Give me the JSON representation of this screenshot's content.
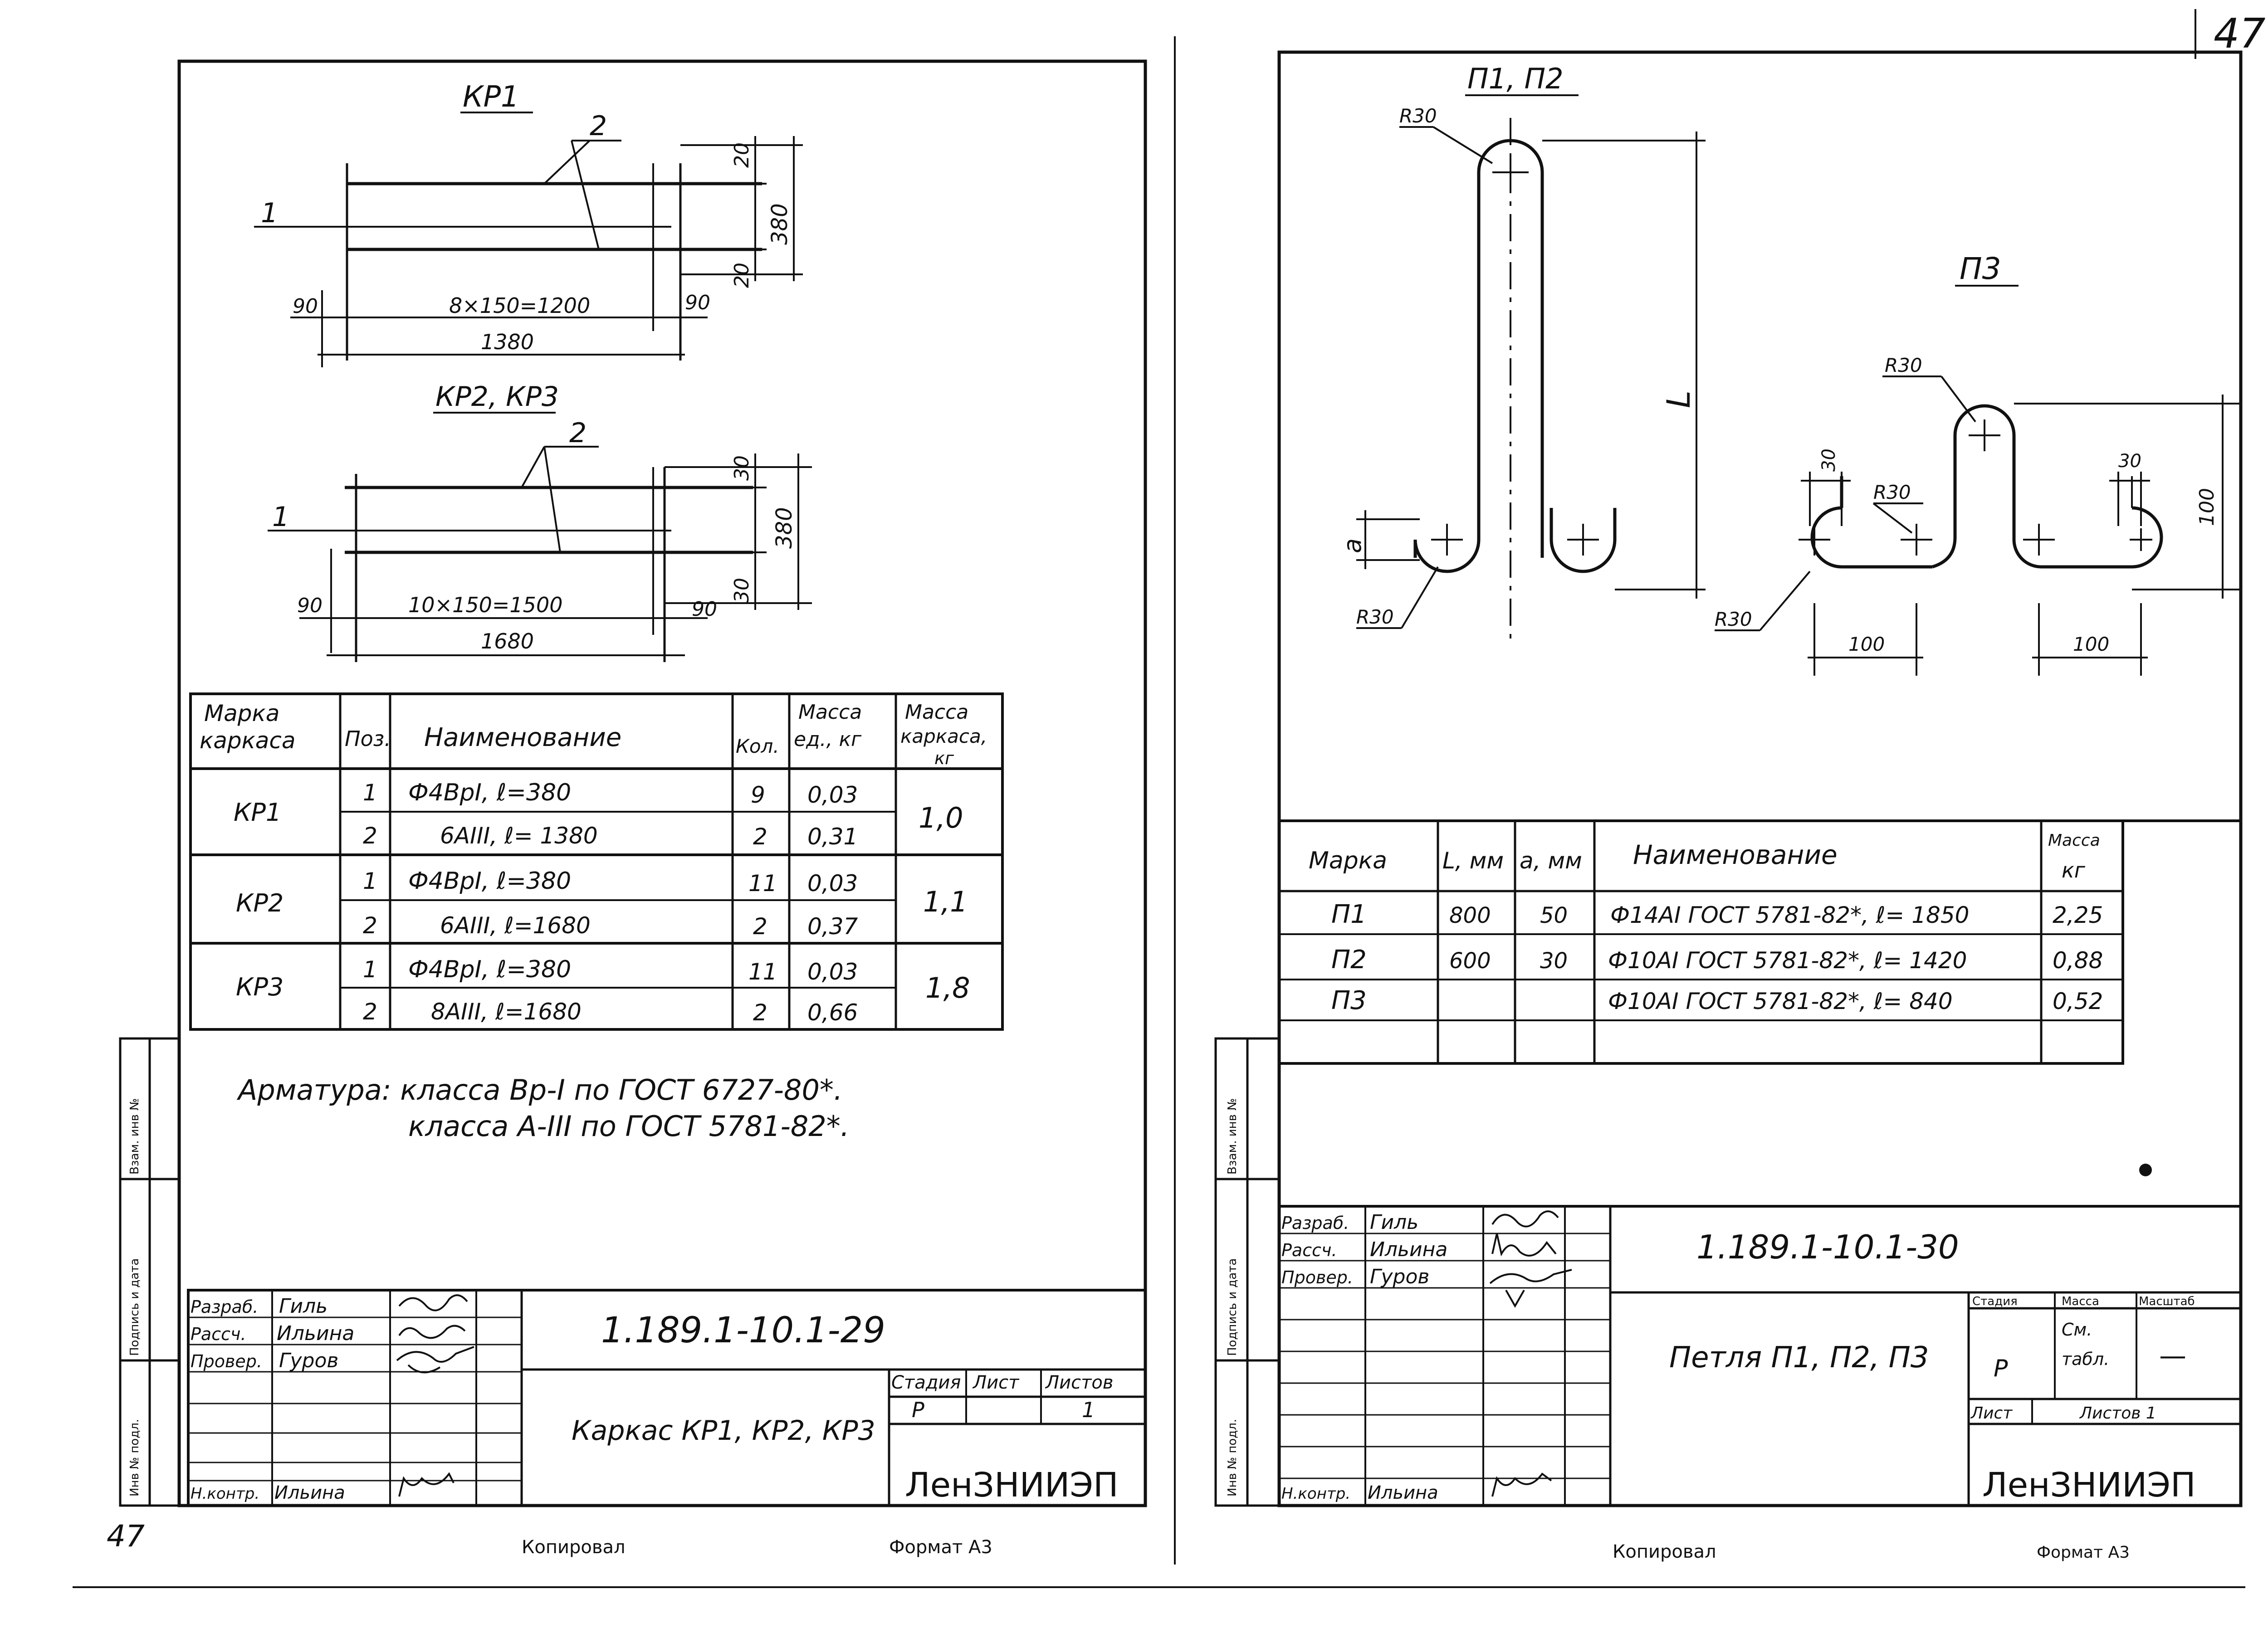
{
  "page_number": "47",
  "corner_mark": "47",
  "left_sheet": {
    "kr1": {
      "title": "КР1",
      "callout_2": "2",
      "callout_1": "1",
      "dim_20_top": "20",
      "dim_380": "380",
      "dim_20_bottom": "20",
      "dim_90_left": "90",
      "dim_pitch": "8×150=1200",
      "dim_90_right": "90",
      "dim_total": "1380"
    },
    "kr23": {
      "title": "КР2, КР3",
      "callout_2": "2",
      "callout_1": "1",
      "dim_30_top": "30",
      "dim_380": "380",
      "dim_30_bottom": "30",
      "dim_90_left": "90",
      "dim_pitch": "10×150=1500",
      "dim_90_right": "90",
      "dim_total": "1680"
    },
    "table": {
      "headers": {
        "mark": [
          "Марка",
          "каркаса"
        ],
        "pos": "Поз.",
        "name": "Наименование",
        "qty": "Кол.",
        "mass_unit": [
          "Масса",
          "ед., кг"
        ],
        "mass_frame": [
          "Масса",
          "каркаса,",
          "кг"
        ]
      },
      "groups": [
        {
          "mark": "КР1",
          "mass": "1,0",
          "rows": [
            {
              "pos": "1",
              "name": "Ф4ВрI, ℓ=380",
              "qty": "9",
              "unit": "0,03"
            },
            {
              "pos": "2",
              "name": "6АIII, ℓ= 1380",
              "qty": "2",
              "unit": "0,31"
            }
          ]
        },
        {
          "mark": "КР2",
          "mass": "1,1",
          "rows": [
            {
              "pos": "1",
              "name": "Ф4ВрI, ℓ=380",
              "qty": "11",
              "unit": "0,03"
            },
            {
              "pos": "2",
              "name": "6АIII, ℓ=1680",
              "qty": "2",
              "unit": "0,37"
            }
          ]
        },
        {
          "mark": "КР3",
          "mass": "1,8",
          "rows": [
            {
              "pos": "1",
              "name": "Ф4ВрI, ℓ=380",
              "qty": "11",
              "unit": "0,03"
            },
            {
              "pos": "2",
              "name": "8АIII, ℓ=1680",
              "qty": "2",
              "unit": "0,66"
            }
          ]
        }
      ]
    },
    "note_line1": "Арматура: класса Вр-I по ГОСТ 6727-80*.",
    "note_line2": "класса А-III по ГОСТ 5781-82*.",
    "side_labels": [
      "Взам. инв №",
      "Подпись и дата",
      "Инв № подл."
    ],
    "title_block": {
      "roles": [
        "Разраб.",
        "Рассч.",
        "Провер.",
        "Н.контр."
      ],
      "names": [
        "Гиль",
        "Ильина",
        "Гуров",
        "Ильина"
      ],
      "code": "1.189.1-10.1-29",
      "title": "Каркас КР1, КР2, КР3",
      "stage_h": "Стадия",
      "sheet_h": "Лист",
      "sheets_h": "Листов",
      "stage": "Р",
      "sheets": "1",
      "org": "ЛенЗНИИЭП"
    },
    "bottom_left_mark": "47",
    "copied": "Копировал",
    "format": "Формат А3"
  },
  "right_sheet": {
    "p12": {
      "title": "П1, П2",
      "r_top": "R30",
      "r_bottom": "R30",
      "dim_L": "L",
      "dim_a": "a"
    },
    "p3": {
      "title": "П3",
      "r_top": "R30",
      "r_mid": "R30",
      "r_left": "R30",
      "dim_30_left": "30",
      "dim_30_right": "30",
      "dim_100_height": "100",
      "dim_100_left": "100",
      "dim_100_right": "100"
    },
    "table": {
      "headers": {
        "mark": "Марка",
        "L": "L, мм",
        "a": "a, мм",
        "name": "Наименование",
        "mass": [
          "Масса",
          "кг"
        ]
      },
      "rows": [
        {
          "mark": "П1",
          "L": "800",
          "a": "50",
          "name": "Ф14АI ГОСТ 5781-82*, ℓ= 1850",
          "mass": "2,25"
        },
        {
          "mark": "П2",
          "L": "600",
          "a": "30",
          "name": "Ф10АI ГОСТ 5781-82*, ℓ= 1420",
          "mass": "0,88"
        },
        {
          "mark": "П3",
          "L": "",
          "a": "",
          "name": "Ф10АI ГОСТ 5781-82*, ℓ= 840",
          "mass": "0,52"
        }
      ]
    },
    "side_labels": [
      "Взам. инв №",
      "Подпись и дата",
      "Инв № подл."
    ],
    "title_block": {
      "roles": [
        "Разраб.",
        "Рассч.",
        "Провер.",
        "Н.контр."
      ],
      "names": [
        "Гиль",
        "Ильина",
        "Гуров",
        "Ильина"
      ],
      "code": "1.189.1-10.1-30",
      "title": "Петля П1, П2, П3",
      "stage_h": "Стадия",
      "mass_h": "Масса",
      "scale_h": "Масштаб",
      "stage": "Р",
      "mass_line1": "См.",
      "mass_line2": "табл.",
      "scale": "—",
      "sheet_h": "Лист",
      "sheets_h": "Листов 1",
      "org": "ЛенЗНИИЭП"
    },
    "copied": "Копировал",
    "format": "Формат А3"
  }
}
